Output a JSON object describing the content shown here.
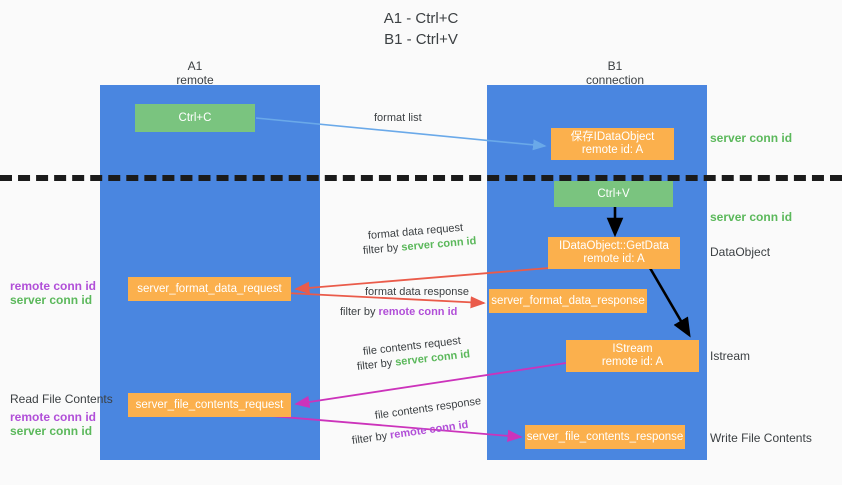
{
  "title": {
    "line1": "A1 - Ctrl+C",
    "line2": "B1 - Ctrl+V"
  },
  "columns": [
    {
      "name": "A1",
      "sub": "remote"
    },
    {
      "name": "B1",
      "sub": "connection"
    }
  ],
  "colors": {
    "panel": "#4a86e0",
    "node_green": "#7ac47f",
    "node_orange": "#fbb04d",
    "server_conn": "#5bb85b",
    "remote_conn": "#b14fd8",
    "arrow_blue": "#6aa9e9",
    "arrow_red": "#ea5b4a",
    "arrow_magenta": "#cc33bb",
    "arrow_black": "#000000",
    "dashed_line": "#1b1b1b",
    "background": "#fafafa"
  },
  "nodes": {
    "ctrl_c": {
      "label": "Ctrl+C"
    },
    "save_idataobject": {
      "line1": "保存IDataObject",
      "line2": "remote id: A"
    },
    "ctrl_v": {
      "label": "Ctrl+V"
    },
    "getdata": {
      "line1": "IDataObject::GetData",
      "line2": "remote id: A"
    },
    "server_format_data_request": {
      "label": "server_format_data_request"
    },
    "server_format_data_response": {
      "label": "server_format_data_response"
    },
    "istream": {
      "line1": "IStream",
      "line2": "remote id: A"
    },
    "server_file_contents_request": {
      "label": "server_file_contents_request"
    },
    "server_file_contents_response": {
      "label": "server_file_contents_response"
    }
  },
  "side_labels": {
    "server_conn_id_top": "server conn id",
    "server_conn_id_mid": "server conn id",
    "dataobject": "DataObject",
    "istream": "Istream",
    "write_file_contents": "Write File Contents",
    "read_file_contents": "Read File Contents"
  },
  "left_labels": {
    "remote_conn_id_1": "remote conn id",
    "server_conn_id_1": "server conn id",
    "remote_conn_id_2": "remote conn id",
    "server_conn_id_2": "server conn id"
  },
  "edges": {
    "format_list": {
      "text": "format list"
    },
    "format_data_request": {
      "line1": "format data request",
      "filter_prefix": "filter by ",
      "filter_value": "server conn id"
    },
    "format_data_response": {
      "line1": "format data response",
      "filter_prefix": "filter by ",
      "filter_value": "remote conn id"
    },
    "file_contents_request": {
      "line1": "file contents request",
      "filter_prefix": "filter by ",
      "filter_value": "server conn id"
    },
    "file_contents_response": {
      "line1": "file contents response",
      "filter_prefix": "filter by ",
      "filter_value": "remote conn id"
    }
  }
}
